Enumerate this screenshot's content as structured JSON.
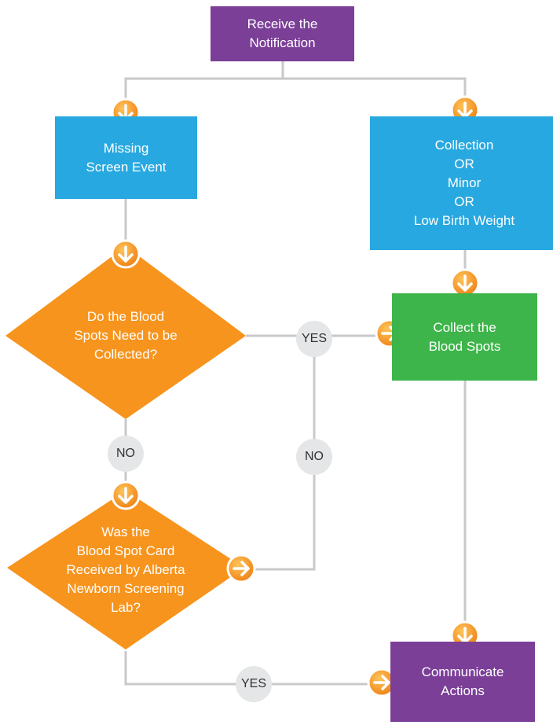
{
  "nodes": {
    "receive": "Receive the\nNotification",
    "missing": "Missing\nScreen Event",
    "collection": "Collection\nOR\nMinor\nOR\nLow Birth Weight",
    "decision1": "Do the Blood\nSpots Need to be\nCollected?",
    "collect": "Collect the\nBlood Spots",
    "decision2": "Was the\nBlood Spot Card\nReceived by Alberta\nNewborn Screening\nLab?",
    "communicate": "Communicate\nActions"
  },
  "labels": {
    "yes1": "YES",
    "no1": "NO",
    "no2": "NO",
    "yes2": "YES"
  },
  "colors": {
    "purple": "#7b3f98",
    "blue": "#28a8e0",
    "green": "#3db54a",
    "orange": "#f7941d",
    "connector": "#c8c9cb",
    "bubble": "#e5e6e7"
  }
}
